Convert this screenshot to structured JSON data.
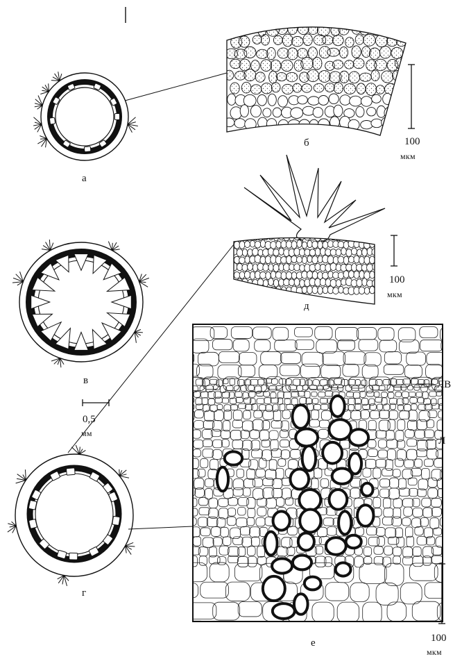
{
  "panels": {
    "a": "а",
    "b": "б",
    "v": "в",
    "g": "г",
    "d": "д",
    "e": "е"
  },
  "scales": {
    "b": {
      "value": "100",
      "unit": "мкм"
    },
    "d": {
      "value": "100",
      "unit": "мкм"
    },
    "v": {
      "value": "0,5",
      "unit": "мм"
    },
    "e": {
      "value": "100",
      "unit": "мкм"
    }
  },
  "annotations": {
    "lv": "ЛВ",
    "l": "Л"
  },
  "colors": {
    "ink": "#111111",
    "paper": "#ffffff",
    "stipple": "#444444"
  }
}
